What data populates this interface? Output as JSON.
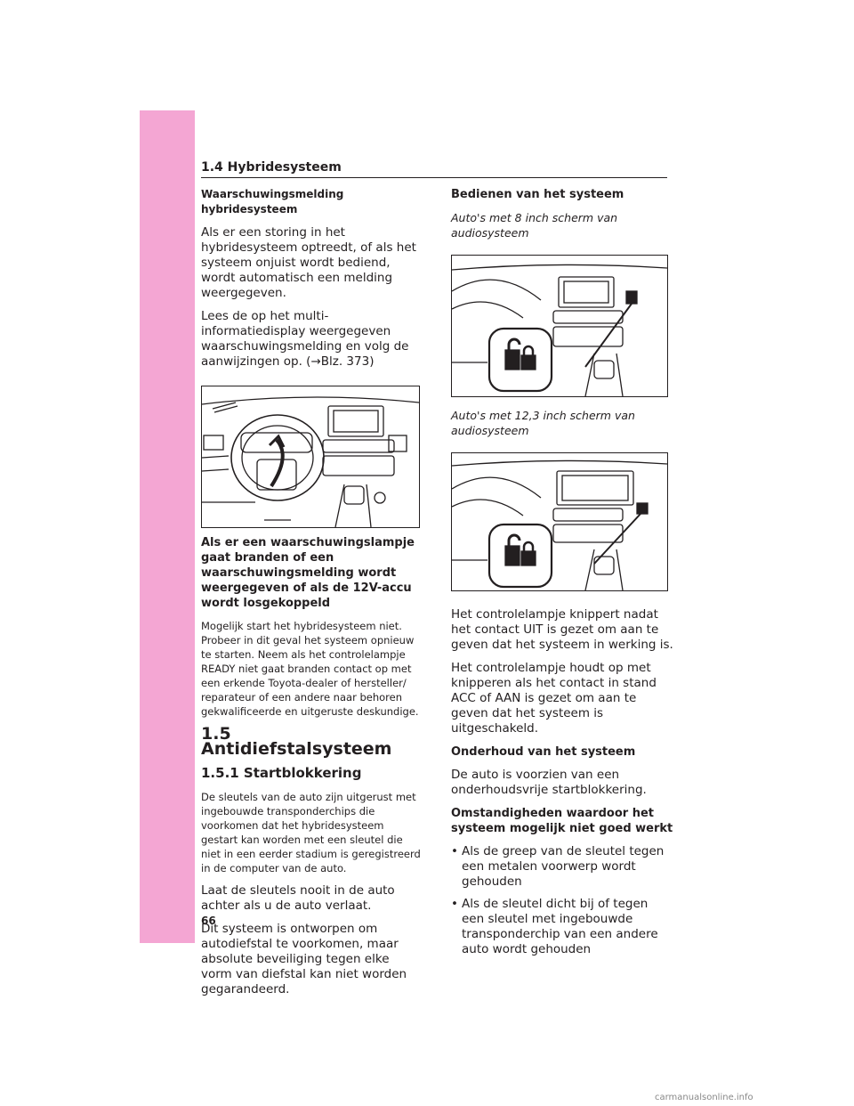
{
  "header": {
    "section": "1.4  Hybridesysteem"
  },
  "left": {
    "h_warning": "Waarschuwingsmelding hybridesysteem",
    "p1": "Als er een storing in het hybridesysteem optreedt, of als het systeem onjuist wordt bediend, wordt automatisch een melding weergegeven.",
    "p2": "Lees de op het multi-informatiedisplay weergegeven waarschuwingsmelding en volg de aanwijzingen op. (→Blz. 373)",
    "h_lamp": "Als er een waarschuwingslampje gaat branden of een waarschuwingsmelding wordt weergegeven of als de 12V-accu wordt losgekoppeld",
    "p_lamp": "Mogelijk start het hybridesysteem niet. Probeer in dit geval het systeem opnieuw te starten. Neem als het controlelampje READY niet gaat branden contact op met een erkende Toyota-dealer of hersteller/ reparateur of een andere naar behoren gekwalificeerde en uitgeruste deskundige.",
    "h15": "1.5  Antidiefstalsysteem",
    "h151": "1.5.1  Startblokkering",
    "p_keys": "De sleutels van de auto zijn uitgerust met ingebouwde transponderchips die voorkomen dat het hybridesysteem gestart kan worden met een sleutel die niet in een eerder stadium is geregistreerd in de computer van de auto.",
    "p3": "Laat de sleutels nooit in de auto achter als u de auto verlaat.",
    "p4": "Dit systeem is ontworpen om autodiefstal te voorkomen, maar absolute beveiliging tegen elke vorm van diefstal kan niet worden gegarandeerd."
  },
  "right": {
    "h_operate": "Bedienen van het systeem",
    "cap1": "Auto's met 8 inch scherm van audiosysteem",
    "cap2": "Auto's met 12,3 inch scherm van audiosysteem",
    "p1": "Het controlelampje knippert nadat het contact UIT is gezet om aan te geven dat het systeem in werking is.",
    "p2": "Het controlelampje houdt op met knipperen als het contact in stand ACC of AAN is gezet om aan te geven dat het systeem is uitgeschakeld.",
    "h_maint": "Onderhoud van het systeem",
    "p_maint": "De auto is voorzien van een onderhoudsvrije startblokkering.",
    "h_circ": "Omstandigheden waardoor het systeem mogelijk niet goed werkt",
    "bullets": [
      "Als de greep van de sleutel tegen een metalen voorwerp wordt gehouden",
      "Als de sleutel dicht bij of tegen een sleutel met ingebouwde transponderchip van een andere auto wordt gehouden"
    ]
  },
  "page_number": "66",
  "footer": "carmanualsonline.info",
  "colors": {
    "tab": "#f4a6d3"
  },
  "icons": [
    "dashboard-illustration",
    "security-indicator-icon"
  ]
}
